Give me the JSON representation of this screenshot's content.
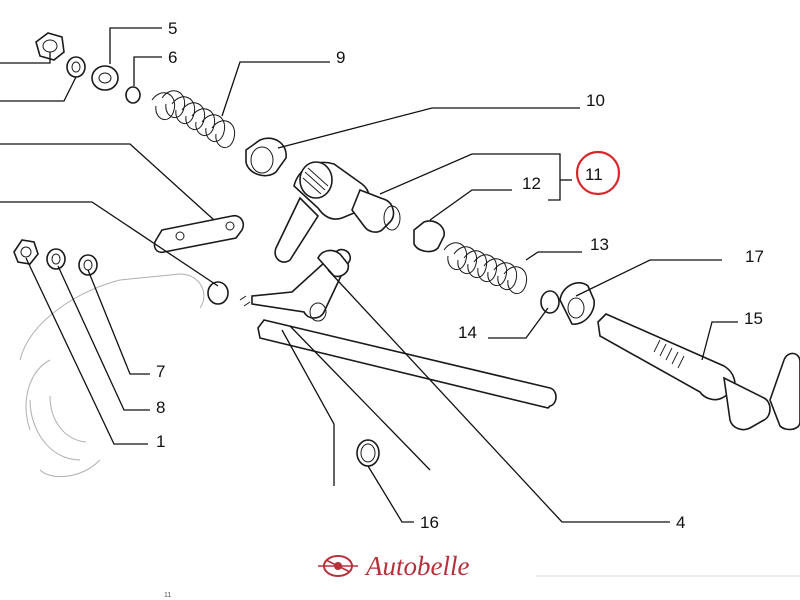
{
  "parts": [
    {
      "id": "5",
      "label": "5"
    },
    {
      "id": "6",
      "label": "6"
    },
    {
      "id": "9",
      "label": "9"
    },
    {
      "id": "10",
      "label": "10"
    },
    {
      "id": "11",
      "label": "11"
    },
    {
      "id": "12",
      "label": "12"
    },
    {
      "id": "13",
      "label": "13"
    },
    {
      "id": "17",
      "label": "17"
    },
    {
      "id": "15",
      "label": "15"
    },
    {
      "id": "14",
      "label": "14"
    },
    {
      "id": "7",
      "label": "7"
    },
    {
      "id": "8",
      "label": "8"
    },
    {
      "id": "1",
      "label": "1"
    },
    {
      "id": "16",
      "label": "16"
    },
    {
      "id": "4",
      "label": "4"
    }
  ],
  "highlighted_part": "11",
  "highlight_color": "#d9262c",
  "watermark": {
    "brand": "Autobelle",
    "color": "#b5313a",
    "logo": "car-emblem-icon"
  },
  "footer": {
    "page_mark": "11"
  }
}
